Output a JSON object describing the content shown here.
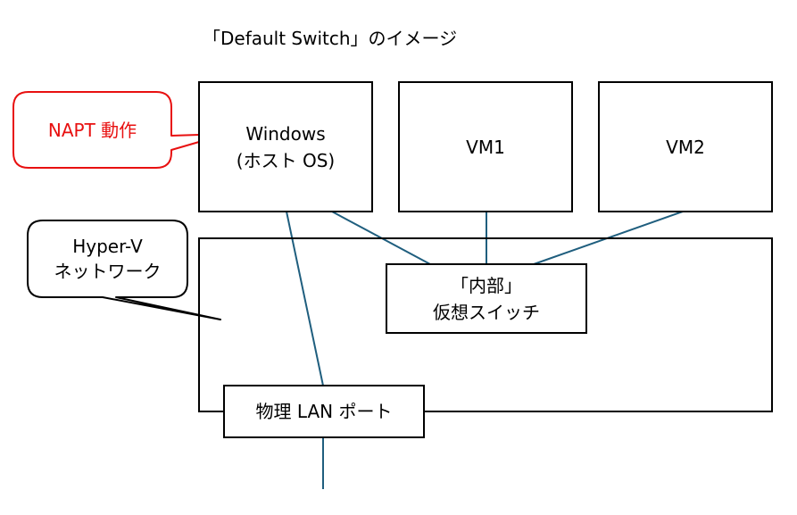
{
  "title": "「Default Switch」のイメージ",
  "boxes": {
    "windows": {
      "line1": "Windows",
      "line2": "(ホスト OS)"
    },
    "vm1": "VM1",
    "vm2": "VM2",
    "internal_switch": {
      "line1": "「内部」",
      "line2": "仮想スイッチ"
    },
    "physical_port": "物理 LAN ポート"
  },
  "callouts": {
    "napt": "NAPT 動作",
    "hyperv": {
      "line1": "Hyper-V",
      "line2": "ネットワーク"
    }
  },
  "colors": {
    "connector": "#1F5E7E",
    "napt_border": "#E81010",
    "napt_text": "#E81010",
    "box_border": "#000000"
  }
}
